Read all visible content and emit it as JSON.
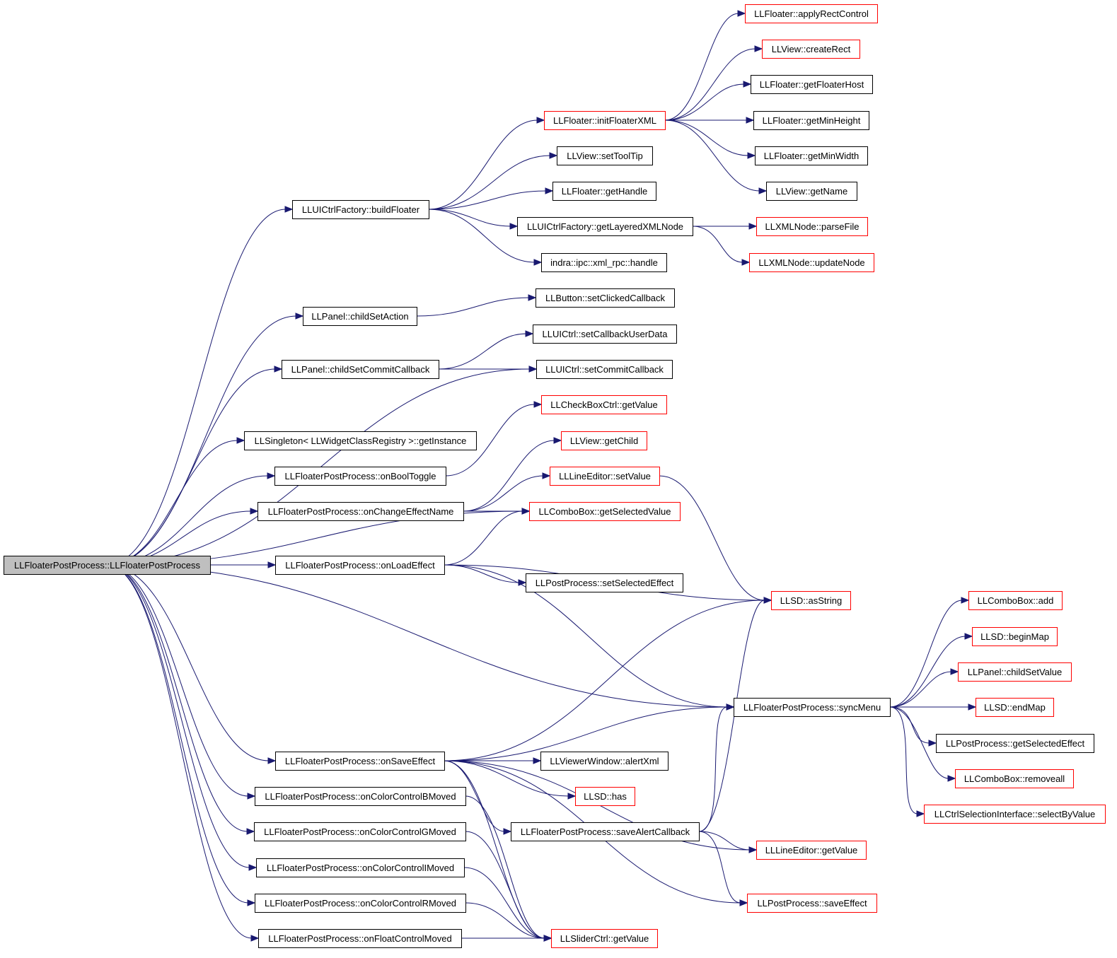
{
  "diagram": {
    "root": "LLFloaterPostProcess::LLFloaterPostProcess",
    "nodes": [
      {
        "id": "root",
        "label": "LLFloaterPostProcess::LLFloaterPostProcess",
        "style": "root"
      },
      {
        "id": "buildFloater",
        "label": "LLUICtrlFactory::buildFloater",
        "style": "black"
      },
      {
        "id": "initFloaterXML",
        "label": "LLFloater::initFloaterXML",
        "style": "red"
      },
      {
        "id": "applyRectControl",
        "label": "LLFloater::applyRectControl",
        "style": "red"
      },
      {
        "id": "createRect",
        "label": "LLView::createRect",
        "style": "red"
      },
      {
        "id": "getFloaterHost",
        "label": "LLFloater::getFloaterHost",
        "style": "black"
      },
      {
        "id": "getMinHeight",
        "label": "LLFloater::getMinHeight",
        "style": "black"
      },
      {
        "id": "getMinWidth",
        "label": "LLFloater::getMinWidth",
        "style": "black"
      },
      {
        "id": "getName",
        "label": "LLView::getName",
        "style": "black"
      },
      {
        "id": "setToolTip",
        "label": "LLView::setToolTip",
        "style": "black"
      },
      {
        "id": "getHandle",
        "label": "LLFloater::getHandle",
        "style": "black"
      },
      {
        "id": "getLayeredXMLNode",
        "label": "LLUICtrlFactory::getLayeredXMLNode",
        "style": "black"
      },
      {
        "id": "parseFile",
        "label": "LLXMLNode::parseFile",
        "style": "red"
      },
      {
        "id": "updateNode",
        "label": "LLXMLNode::updateNode",
        "style": "red"
      },
      {
        "id": "xmlrpcHandle",
        "label": "indra::ipc::xml_rpc::handle",
        "style": "black"
      },
      {
        "id": "childSetAction",
        "label": "LLPanel::childSetAction",
        "style": "black"
      },
      {
        "id": "setClickedCallback",
        "label": "LLButton::setClickedCallback",
        "style": "black"
      },
      {
        "id": "setCallbackUserData",
        "label": "LLUICtrl::setCallbackUserData",
        "style": "black"
      },
      {
        "id": "childSetCommitCallback",
        "label": "LLPanel::childSetCommitCallback",
        "style": "black"
      },
      {
        "id": "setCommitCallback",
        "label": "LLUICtrl::setCommitCallback",
        "style": "black"
      },
      {
        "id": "checkboxGetValue",
        "label": "LLCheckBoxCtrl::getValue",
        "style": "red"
      },
      {
        "id": "getInstance",
        "label": "LLSingleton< LLWidgetClassRegistry >::getInstance",
        "style": "black"
      },
      {
        "id": "getChild",
        "label": "LLView::getChild",
        "style": "red"
      },
      {
        "id": "onBoolToggle",
        "label": "LLFloaterPostProcess::onBoolToggle",
        "style": "black"
      },
      {
        "id": "lineEditorSetValue",
        "label": "LLLineEditor::setValue",
        "style": "red"
      },
      {
        "id": "onChangeEffectName",
        "label": "LLFloaterPostProcess::onChangeEffectName",
        "style": "black"
      },
      {
        "id": "getSelectedValue",
        "label": "LLComboBox::getSelectedValue",
        "style": "red"
      },
      {
        "id": "onLoadEffect",
        "label": "LLFloaterPostProcess::onLoadEffect",
        "style": "black"
      },
      {
        "id": "setSelectedEffect",
        "label": "LLPostProcess::setSelectedEffect",
        "style": "black"
      },
      {
        "id": "asString",
        "label": "LLSD::asString",
        "style": "red"
      },
      {
        "id": "comboAdd",
        "label": "LLComboBox::add",
        "style": "red"
      },
      {
        "id": "beginMap",
        "label": "LLSD::beginMap",
        "style": "red"
      },
      {
        "id": "childSetValue",
        "label": "LLPanel::childSetValue",
        "style": "red"
      },
      {
        "id": "syncMenu",
        "label": "LLFloaterPostProcess::syncMenu",
        "style": "black"
      },
      {
        "id": "endMap",
        "label": "LLSD::endMap",
        "style": "red"
      },
      {
        "id": "getSelectedEffect",
        "label": "LLPostProcess::getSelectedEffect",
        "style": "black"
      },
      {
        "id": "onSaveEffect",
        "label": "LLFloaterPostProcess::onSaveEffect",
        "style": "black"
      },
      {
        "id": "alertXml",
        "label": "LLViewerWindow::alertXml",
        "style": "black"
      },
      {
        "id": "removeall",
        "label": "LLComboBox::removeall",
        "style": "red"
      },
      {
        "id": "onColorB",
        "label": "LLFloaterPostProcess::onColorControlBMoved",
        "style": "black"
      },
      {
        "id": "llsdHas",
        "label": "LLSD::has",
        "style": "red"
      },
      {
        "id": "selectByValue",
        "label": "LLCtrlSelectionInterface::selectByValue",
        "style": "red"
      },
      {
        "id": "onColorG",
        "label": "LLFloaterPostProcess::onColorControlGMoved",
        "style": "black"
      },
      {
        "id": "saveAlertCallback",
        "label": "LLFloaterPostProcess::saveAlertCallback",
        "style": "black"
      },
      {
        "id": "lineEditorGetValue",
        "label": "LLLineEditor::getValue",
        "style": "red"
      },
      {
        "id": "onColorI",
        "label": "LLFloaterPostProcess::onColorControlIMoved",
        "style": "black"
      },
      {
        "id": "onColorR",
        "label": "LLFloaterPostProcess::onColorControlRMoved",
        "style": "black"
      },
      {
        "id": "saveEffect",
        "label": "LLPostProcess::saveEffect",
        "style": "red"
      },
      {
        "id": "onFloat",
        "label": "LLFloaterPostProcess::onFloatControlMoved",
        "style": "black"
      },
      {
        "id": "sliderGetValue",
        "label": "LLSliderCtrl::getValue",
        "style": "red"
      }
    ],
    "edges": [
      [
        "root",
        "buildFloater"
      ],
      [
        "root",
        "childSetAction"
      ],
      [
        "root",
        "childSetCommitCallback"
      ],
      [
        "root",
        "setCommitCallback"
      ],
      [
        "root",
        "getInstance"
      ],
      [
        "root",
        "onBoolToggle"
      ],
      [
        "root",
        "onChangeEffectName"
      ],
      [
        "root",
        "getSelectedValue"
      ],
      [
        "root",
        "onLoadEffect"
      ],
      [
        "root",
        "syncMenu"
      ],
      [
        "root",
        "onSaveEffect"
      ],
      [
        "root",
        "onColorB"
      ],
      [
        "root",
        "onColorG"
      ],
      [
        "root",
        "onColorI"
      ],
      [
        "root",
        "onColorR"
      ],
      [
        "root",
        "onFloat"
      ],
      [
        "buildFloater",
        "initFloaterXML"
      ],
      [
        "buildFloater",
        "setToolTip"
      ],
      [
        "buildFloater",
        "getHandle"
      ],
      [
        "buildFloater",
        "getLayeredXMLNode"
      ],
      [
        "buildFloater",
        "xmlrpcHandle"
      ],
      [
        "initFloaterXML",
        "applyRectControl"
      ],
      [
        "initFloaterXML",
        "createRect"
      ],
      [
        "initFloaterXML",
        "getFloaterHost"
      ],
      [
        "initFloaterXML",
        "getMinHeight"
      ],
      [
        "initFloaterXML",
        "getMinWidth"
      ],
      [
        "initFloaterXML",
        "getName"
      ],
      [
        "getLayeredXMLNode",
        "parseFile"
      ],
      [
        "getLayeredXMLNode",
        "updateNode"
      ],
      [
        "childSetAction",
        "setClickedCallback"
      ],
      [
        "childSetCommitCallback",
        "setCallbackUserData"
      ],
      [
        "childSetCommitCallback",
        "setCommitCallback"
      ],
      [
        "onBoolToggle",
        "checkboxGetValue"
      ],
      [
        "onChangeEffectName",
        "getChild"
      ],
      [
        "onChangeEffectName",
        "lineEditorSetValue"
      ],
      [
        "onChangeEffectName",
        "getSelectedValue"
      ],
      [
        "lineEditorSetValue",
        "asString"
      ],
      [
        "onLoadEffect",
        "getSelectedValue"
      ],
      [
        "onLoadEffect",
        "asString"
      ],
      [
        "onLoadEffect",
        "setSelectedEffect"
      ],
      [
        "onLoadEffect",
        "syncMenu"
      ],
      [
        "syncMenu",
        "comboAdd"
      ],
      [
        "syncMenu",
        "beginMap"
      ],
      [
        "syncMenu",
        "childSetValue"
      ],
      [
        "syncMenu",
        "endMap"
      ],
      [
        "syncMenu",
        "getSelectedEffect"
      ],
      [
        "syncMenu",
        "removeall"
      ],
      [
        "syncMenu",
        "selectByValue"
      ],
      [
        "onSaveEffect",
        "asString"
      ],
      [
        "onSaveEffect",
        "syncMenu"
      ],
      [
        "onSaveEffect",
        "alertXml"
      ],
      [
        "onSaveEffect",
        "llsdHas"
      ],
      [
        "onSaveEffect",
        "saveAlertCallback"
      ],
      [
        "onSaveEffect",
        "lineEditorGetValue"
      ],
      [
        "onSaveEffect",
        "saveEffect"
      ],
      [
        "onSaveEffect",
        "sliderGetValue"
      ],
      [
        "saveAlertCallback",
        "asString"
      ],
      [
        "saveAlertCallback",
        "syncMenu"
      ],
      [
        "saveAlertCallback",
        "lineEditorGetValue"
      ],
      [
        "saveAlertCallback",
        "saveEffect"
      ],
      [
        "onColorB",
        "sliderGetValue"
      ],
      [
        "onColorG",
        "sliderGetValue"
      ],
      [
        "onColorI",
        "sliderGetValue"
      ],
      [
        "onColorR",
        "sliderGetValue"
      ],
      [
        "onFloat",
        "sliderGetValue"
      ]
    ]
  }
}
